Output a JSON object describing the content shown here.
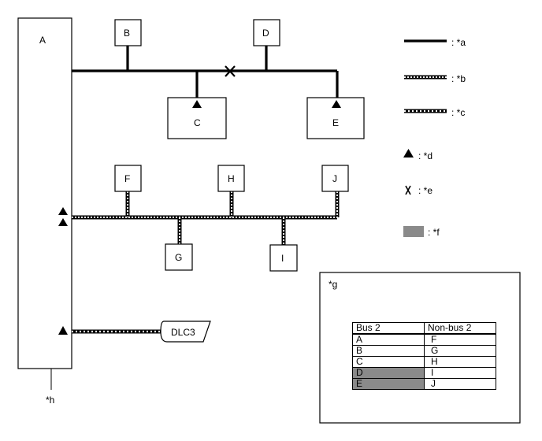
{
  "ecus": {
    "A": "A",
    "B": "B",
    "C": "C",
    "D": "D",
    "E": "E",
    "F": "F",
    "G": "G",
    "H": "H",
    "I": "I",
    "J": "J"
  },
  "connector": "DLC3",
  "footnote_h": "*h",
  "legend": {
    "a": ": *a",
    "b": ": *b",
    "c": ": *c",
    "d": ": *d",
    "e": ": *e",
    "f": ": *f"
  },
  "panel": {
    "title": "*g",
    "headers": [
      "Bus 2",
      "Non-bus 2"
    ],
    "rows": [
      {
        "bus": "A",
        "nonbus": "F",
        "shaded": false
      },
      {
        "bus": "B",
        "nonbus": "G",
        "shaded": false
      },
      {
        "bus": "C",
        "nonbus": "H",
        "shaded": false
      },
      {
        "bus": "D",
        "nonbus": "I",
        "shaded": true
      },
      {
        "bus": "E",
        "nonbus": "J",
        "shaded": true
      }
    ],
    "shade_color": "#8a8a8a"
  }
}
